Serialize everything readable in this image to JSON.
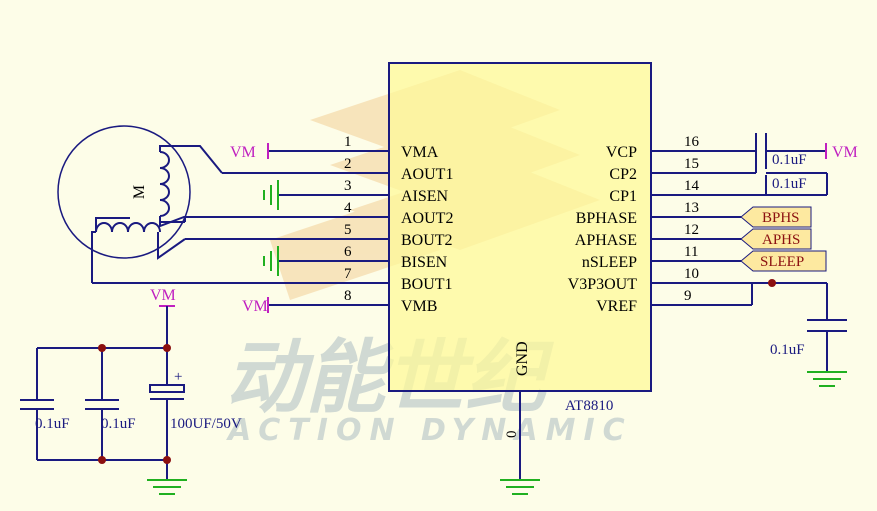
{
  "chip": {
    "part": "AT8810",
    "gnd_label": "GND",
    "left_pins": [
      {
        "num": "1",
        "name": "VMA"
      },
      {
        "num": "2",
        "name": "AOUT1"
      },
      {
        "num": "3",
        "name": "AISEN"
      },
      {
        "num": "4",
        "name": "AOUT2"
      },
      {
        "num": "5",
        "name": "BOUT2"
      },
      {
        "num": "6",
        "name": "BISEN"
      },
      {
        "num": "7",
        "name": "BOUT1"
      },
      {
        "num": "8",
        "name": "VMB"
      }
    ],
    "right_pins": [
      {
        "num": "16",
        "name": "VCP"
      },
      {
        "num": "15",
        "name": "CP2"
      },
      {
        "num": "14",
        "name": "CP1"
      },
      {
        "num": "13",
        "name": "BPHASE"
      },
      {
        "num": "12",
        "name": "APHASE"
      },
      {
        "num": "11",
        "name": "nSLEEP"
      },
      {
        "num": "10",
        "name": "V3P3OUT"
      },
      {
        "num": "9",
        "name": "VREF"
      }
    ],
    "gnd_pin_num": "0"
  },
  "nets": {
    "vm": "VM"
  },
  "ports": [
    "BPHS",
    "APHS",
    "SLEEP"
  ],
  "motor": {
    "label": "M"
  },
  "capacitors": {
    "vcp_cap": "0.1uF",
    "cp_cap": "0.1uF",
    "v3p3_cap": "0.1uF",
    "bulk_left": "0.1uF",
    "bulk_mid": "0.1uF",
    "bulk_big": "100UF/50V"
  },
  "watermark": {
    "cn": "动能世纪",
    "en": "ACTION DYNAMIC"
  },
  "colors": {
    "wire": "#1a1a80",
    "net_vm": "#c020c0",
    "ground": "#20b020",
    "chip_fill": "#fdf89a",
    "port_fill": "#fde9a0",
    "junction": "#8b1010"
  }
}
